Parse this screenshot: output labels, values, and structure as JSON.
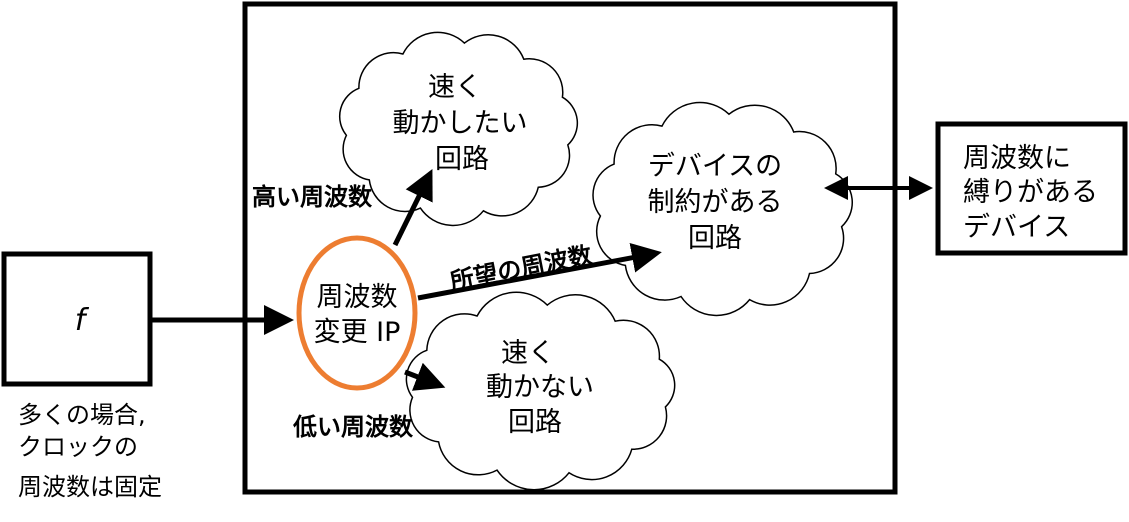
{
  "input_box": {
    "symbol": "f"
  },
  "input_note": [
    "多くの場合,",
    "クロックの",
    "周波数は固定"
  ],
  "freq_ip": {
    "lines": [
      "周波数",
      "変更 IP"
    ],
    "color": "#ED7D31"
  },
  "cloud_fast": {
    "lines": [
      "速く",
      "動かしたい",
      "回路"
    ]
  },
  "cloud_device": {
    "lines": [
      "デバイスの",
      "制約がある",
      "回路"
    ]
  },
  "cloud_slow": {
    "lines": [
      "速く",
      "動かない",
      "回路"
    ]
  },
  "device_box": {
    "lines": [
      "周波数に",
      "縛りがある",
      "デバイス"
    ]
  },
  "arrow_labels": {
    "high": "高い周波数",
    "desired": "所望の周波数",
    "low": "低い周波数"
  }
}
